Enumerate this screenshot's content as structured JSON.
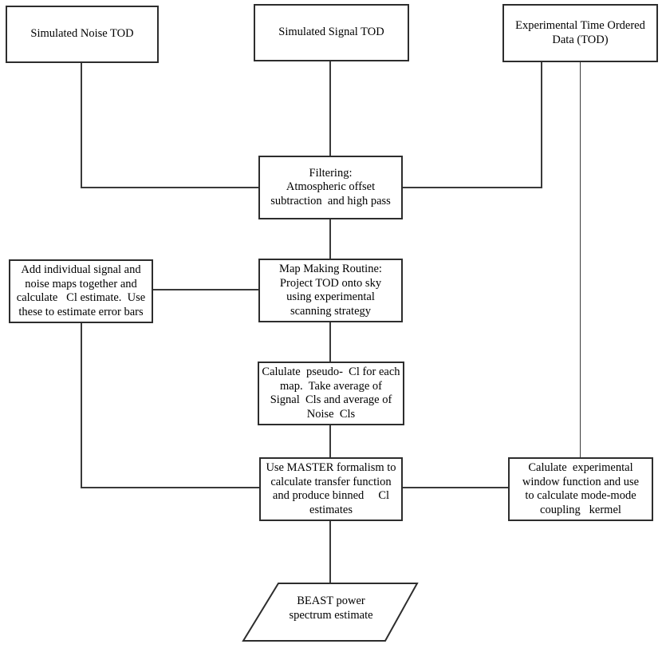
{
  "nodes": {
    "noise_tod": {
      "lines": [
        "Simulated Noise TOD"
      ]
    },
    "signal_tod": {
      "lines": [
        "Simulated Signal TOD"
      ]
    },
    "exp_tod": {
      "lines": [
        "Experimental Time Ordered",
        "Data (TOD)"
      ]
    },
    "filtering": {
      "lines": [
        "Filtering:",
        "Atmospheric offset",
        "subtraction  and high pass"
      ]
    },
    "map_making": {
      "lines": [
        "Map Making Routine:",
        "Project TOD onto sky",
        "using experimental",
        "scanning strategy"
      ]
    },
    "add_maps": {
      "lines": [
        "Add individual signal and",
        "noise maps together and",
        "calculate   Cl estimate.  Use",
        "these to estimate error bars"
      ]
    },
    "pseudo_cl": {
      "lines": [
        "Calulate  pseudo-  Cl for each",
        "map.  Take average of",
        "Signal  Cls and average of",
        "Noise  Cls"
      ]
    },
    "master": {
      "lines": [
        "Use MASTER formalism to",
        "calculate transfer function",
        "and produce binned     Cl",
        "estimates"
      ]
    },
    "window_fn": {
      "lines": [
        "Calulate  experimental",
        "window function and use",
        "to calculate mode-mode",
        "coupling   kermel"
      ]
    },
    "beast": {
      "lines": [
        "BEAST power",
        "spectrum estimate"
      ]
    }
  },
  "colors": {
    "stroke": "#2d2d2d",
    "background": "#ffffff",
    "text": "#000000"
  }
}
